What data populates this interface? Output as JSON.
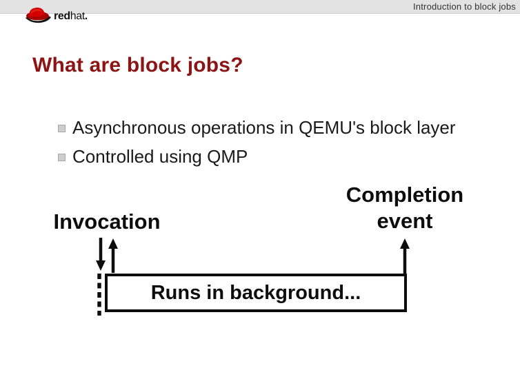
{
  "titlebar": {
    "text": "Introduction to block jobs",
    "bg_color": "#e3e3e3",
    "text_color": "#333333"
  },
  "logo": {
    "icon": "redhat-fedora-icon",
    "word_bold": "red",
    "word_light": "hat",
    "word_suffix": ".",
    "hat_red": "#cc0000",
    "hat_dark_red": "#990000"
  },
  "slide": {
    "title": "What are block jobs?",
    "title_color": "#8d1414",
    "bullet_marker_color": "#cdcdcd",
    "bullets": [
      {
        "label": "Asynchronous operations in QEMU's block layer"
      },
      {
        "label": "Controlled using QMP"
      }
    ]
  },
  "diagram": {
    "invocation_label": "Invocation",
    "completion_label_line1": "Completion",
    "completion_label_line2": "event",
    "box_label": "Runs in background...",
    "stroke_color": "#0d0d0d"
  }
}
